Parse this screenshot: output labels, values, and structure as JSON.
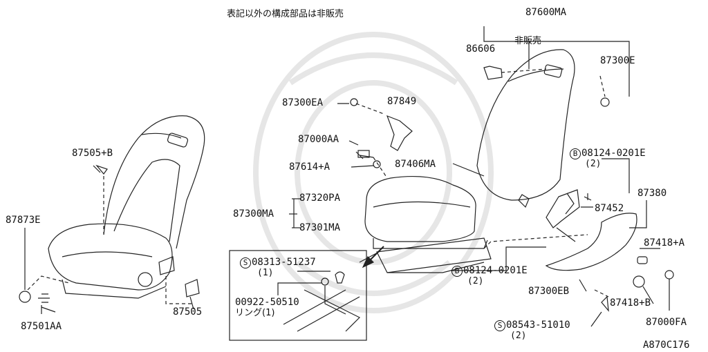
{
  "note_top": "表記以外の構成部品は非販売",
  "diagram_code": "A870C176",
  "part_labels": {
    "p87600MA": "87600MA",
    "hanbai": "非販売",
    "p86606": "86606",
    "p87300E": "87300E",
    "p87300EA": "87300EA",
    "p87849": "87849",
    "p87000AA": "87000AA",
    "p87614A": "87614+A",
    "p87406MA": "87406MA",
    "p08124a": "08124-0201E",
    "qty2a": "(2)",
    "p87320PA": "87320PA",
    "p87300MA": "87300MA",
    "p87301MA": "87301MA",
    "p87452": "87452",
    "p87380": "87380",
    "p87505B": "87505+B",
    "p87873": "87873",
    "p87873_suffix": "E",
    "p87501AA": "87501AA",
    "p87505": "87505",
    "p08313": "08313-51237",
    "qty1": "(1)",
    "p00922": "00922-50510",
    "ring": "リング(1)",
    "p08124b": "08124-0201E",
    "qty2b": "(2)",
    "p87418A": "87418+A",
    "p87300EB": "87300EB",
    "p87418B": "87418+B",
    "p08543": "08543-51010",
    "qty2c": "(2)",
    "p87000FA": "87000FA",
    "sym_b": "B",
    "sym_s": "S"
  },
  "colors": {
    "highlight": "#3d3dcc",
    "line": "#222222"
  }
}
